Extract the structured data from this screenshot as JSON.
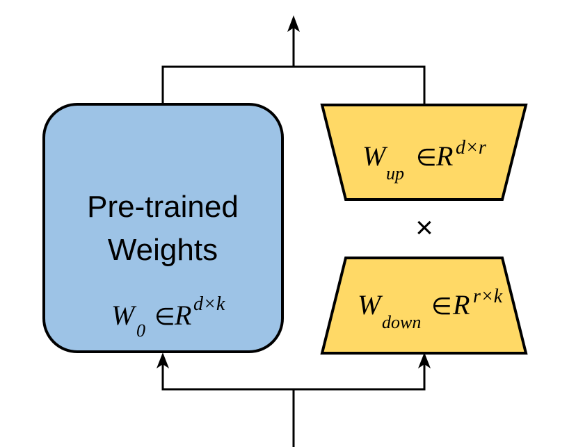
{
  "pretrained": {
    "title_line1": "Pre-trained",
    "title_line2": "Weights",
    "formula": {
      "W": "W",
      "sub": "0",
      "in": "∈",
      "R": "R",
      "sup": "d×k"
    },
    "fill": "#9dc3e6"
  },
  "up": {
    "formula": {
      "W": "W",
      "sub": "up",
      "in": "∈",
      "R": "R",
      "sup": "d×r"
    },
    "fill": "#ffd966"
  },
  "times": "×",
  "down": {
    "formula": {
      "W": "W",
      "sub": "down",
      "in": "∈",
      "R": "R",
      "sup": "r×k"
    },
    "fill": "#ffd966"
  }
}
